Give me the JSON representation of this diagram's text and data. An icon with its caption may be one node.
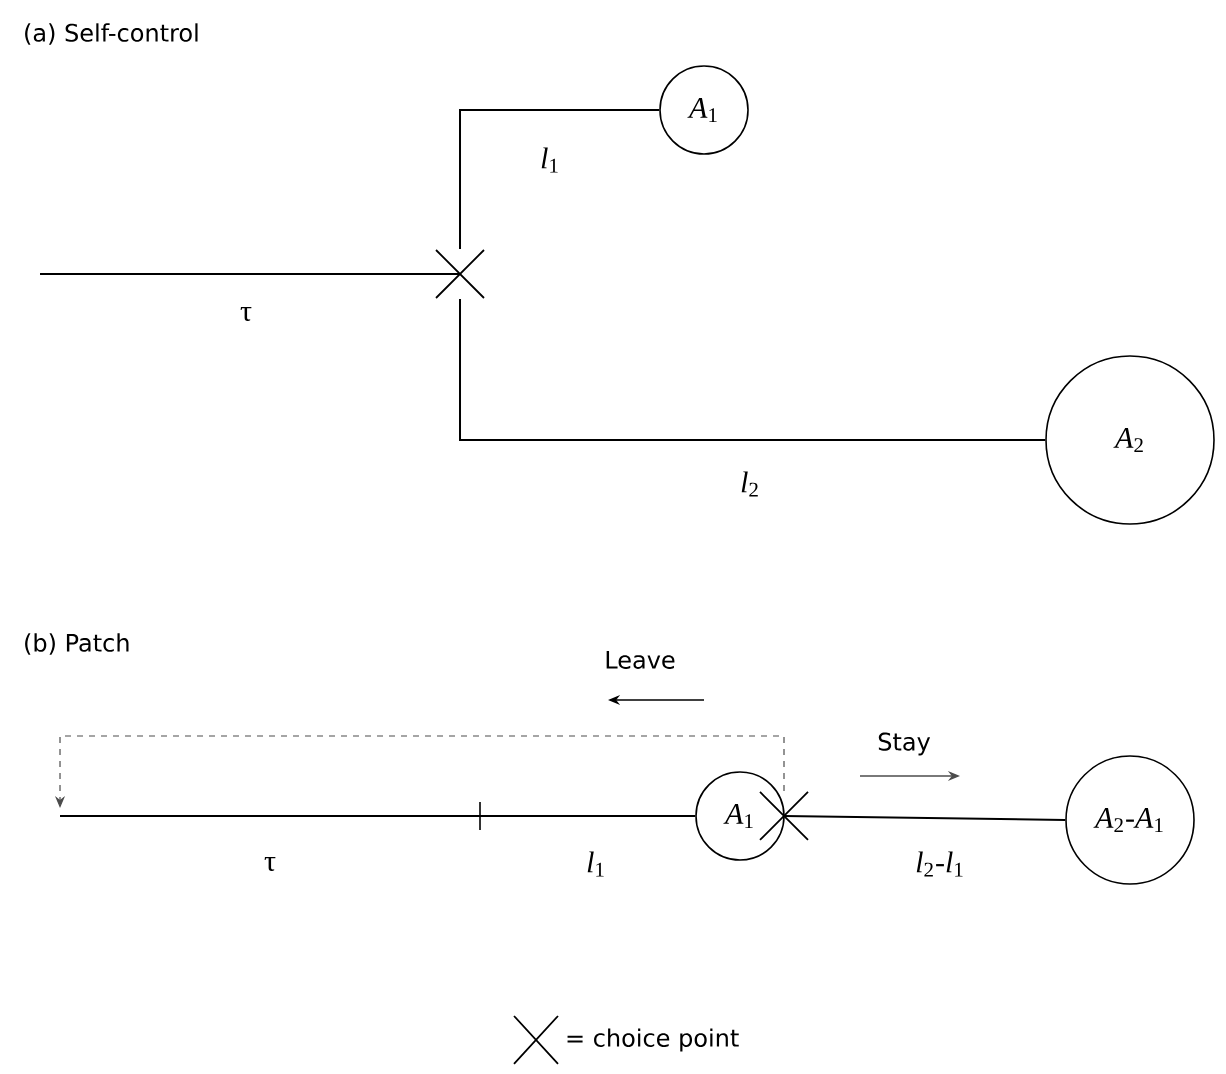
{
  "diagram": {
    "nodes": [
      {
        "text": [
          "*A*$_{1}$"
        ]
      },
      {
        "text": [
          "*A*$_{2}$"
        ]
      },
      {
        "text": [],
        "shape": "cross"
      },
      {
        "text": [
          "*A*$_{1}$"
        ]
      },
      {
        "text": [
          "*A*$_{2}$-*A*$_{1}$"
        ]
      },
      {
        "text": [],
        "shape": "cross"
      }
    ],
    "edges": [
      {
        "from": null,
        "to": 2,
        "arrow": "none",
        "label": "τ"
      },
      {
        "from": 2,
        "to": 0,
        "arrow": "none",
        "label": "*l*$_{1}$"
      },
      {
        "from": 2,
        "to": 1,
        "arrow": "none",
        "label": "*l*$_{2}$"
      },
      {
        "from": null,
        "to": 3,
        "arrow": "none"
      },
      {
        "from": 5,
        "to": 4,
        "arrow": "none",
        "label": "*l*$_{2}$-*l*$_{1}$"
      },
      {
        "from": 5,
        "to": null,
        "arrow": "to",
        "style": "dashed"
      }
    ],
    "labels": [
      "(a)  Self-control",
      "(b)  Patch",
      "Leave",
      "Stay",
      "τ",
      "*l*$_{1}$"
    ],
    "legend": [
      {
        "text": "= choice point"
      }
    ]
  }
}
